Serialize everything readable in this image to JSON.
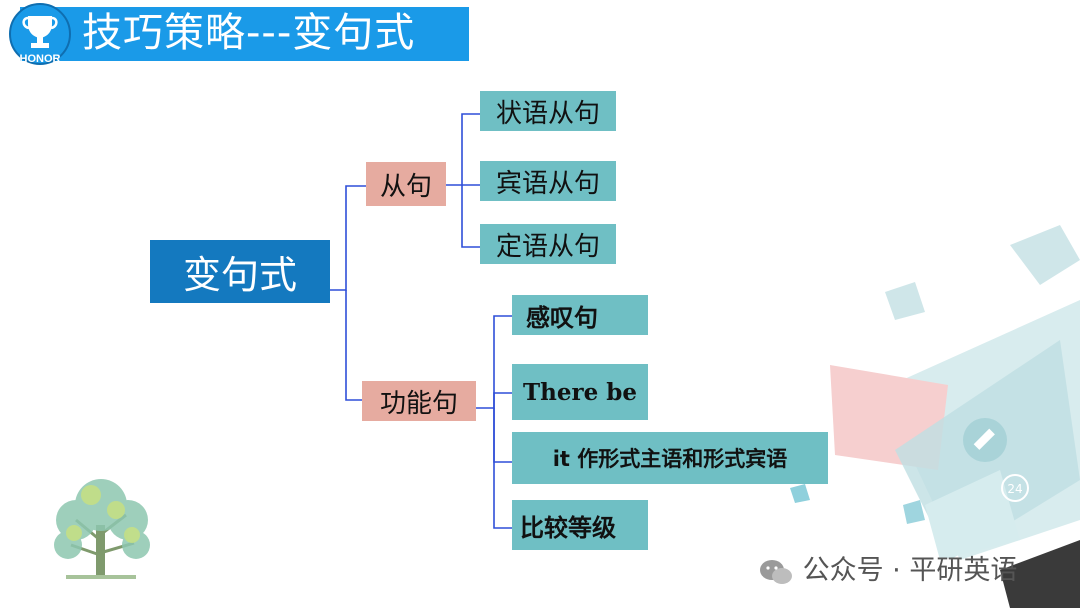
{
  "header": {
    "title": "技巧策略---变句式",
    "badge_label": "HONOR"
  },
  "diagram": {
    "root": "变句式",
    "branches": [
      {
        "label": "从句",
        "children": [
          "状语从句",
          "宾语从句",
          "定语从句"
        ]
      },
      {
        "label": "功能句",
        "children": [
          "感叹句",
          "There be",
          "it 作形式主语和形式宾语",
          "比较等级"
        ]
      }
    ]
  },
  "decor": {
    "page_number": "24"
  },
  "watermark": {
    "text": "公众号 · 平研英语"
  },
  "colors": {
    "title_bar": "#1a9ae8",
    "root": "#1479bf",
    "branch": "#e6aba0",
    "leaf": "#6fbfc4",
    "connector": "#2f4fd8"
  }
}
